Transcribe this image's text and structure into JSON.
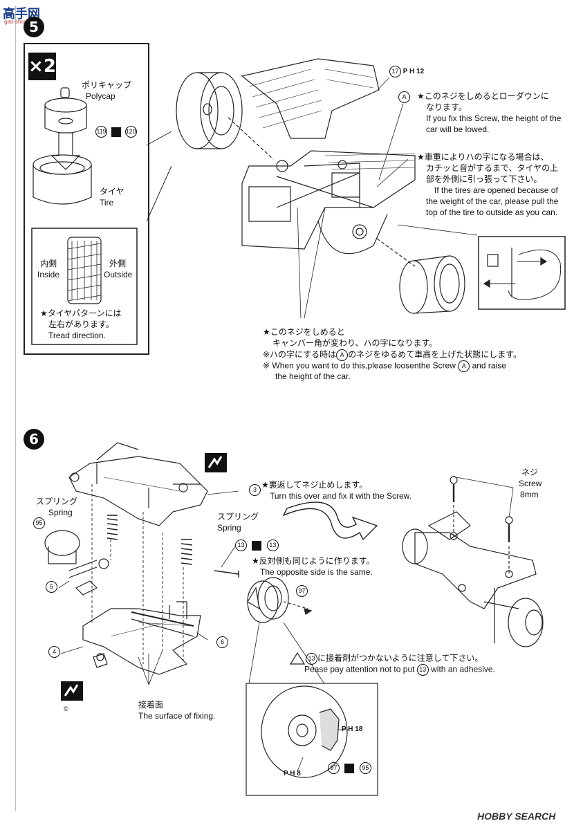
{
  "watermark_top": {
    "brand": "高手网",
    "site": "gao-shou.com"
  },
  "watermark_bottom": "HOBBY SEARCH",
  "copyright": "©",
  "step5": {
    "number": "5",
    "qty_badge": "×2",
    "polycap_jp": "ポリキャップ",
    "polycap_en": "Polycap",
    "part_a": "119",
    "part_b": "120",
    "tire_jp": "タイヤ",
    "tire_en": "Tire",
    "inside_jp": "内側",
    "inside_en": "Inside",
    "outside_jp": "外側",
    "outside_en": "Outside",
    "tread_jp_1": "★タイヤパターンには",
    "tread_jp_2": "左右があります。",
    "tread_en": "Tread direction.",
    "callout_17_part": "17",
    "callout_17_ref": "P H 12",
    "label_A": "A",
    "note1_jp_1": "★このネジをしめるとローダウンに",
    "note1_jp_2": "なります。",
    "note1_en_1": "If you fix this Screw, the height of the",
    "note1_en_2": "car will be lowed.",
    "note2_jp_1": "★車重によりハの字になる場合は、",
    "note2_jp_2": "カチッと音がするまで、タイヤの上",
    "note2_jp_3": "部を外側に引っ張って下さい。",
    "note2_en_1": "If the tires are opened because of",
    "note2_en_2": "the weight of the car, please pull the",
    "note2_en_3": "top of the tire to outside as you can.",
    "note3_jp_1": "★このネジをしめると",
    "note3_jp_2": "キャンバー角が変わり、ハの字になります。",
    "note3_jp_3a": "※ハの字にする時は",
    "note3_jp_3b": "のネジをゆるめて車高を上げた状態にします。",
    "note3_en_1a": "※ When you want to do this,please loosenthe Screw",
    "note3_en_2": "the height of the car."
  },
  "step6": {
    "number": "6",
    "spring_jp": "スプリング",
    "spring_en": "Spring",
    "part_95": "95",
    "part_5": "5",
    "part_4": "4",
    "part_3": "3",
    "part_6": "6",
    "part_13": "13",
    "part_97": "97",
    "flip_jp": "★裏返してネジ止めします。",
    "flip_en": "Turn this over and fix it with the Screw.",
    "screw_jp": "ネジ",
    "screw_en": "Screw",
    "screw_size": "8mm",
    "opposite_jp": "★反対側も同じように作ります。",
    "opposite_en": "The opposite side is the same.",
    "warn_jp": "に接着剤がつかないように注意して下さい。",
    "warn_en_a": "Pease pay attention not to put",
    "warn_en_b": "with an adhesive.",
    "surface_jp": "接着面",
    "surface_en": "The surface of fixing.",
    "ref_18": "P H 18",
    "ref_8": "P H 8",
    "pair_a": "97",
    "pair_b": "95"
  }
}
